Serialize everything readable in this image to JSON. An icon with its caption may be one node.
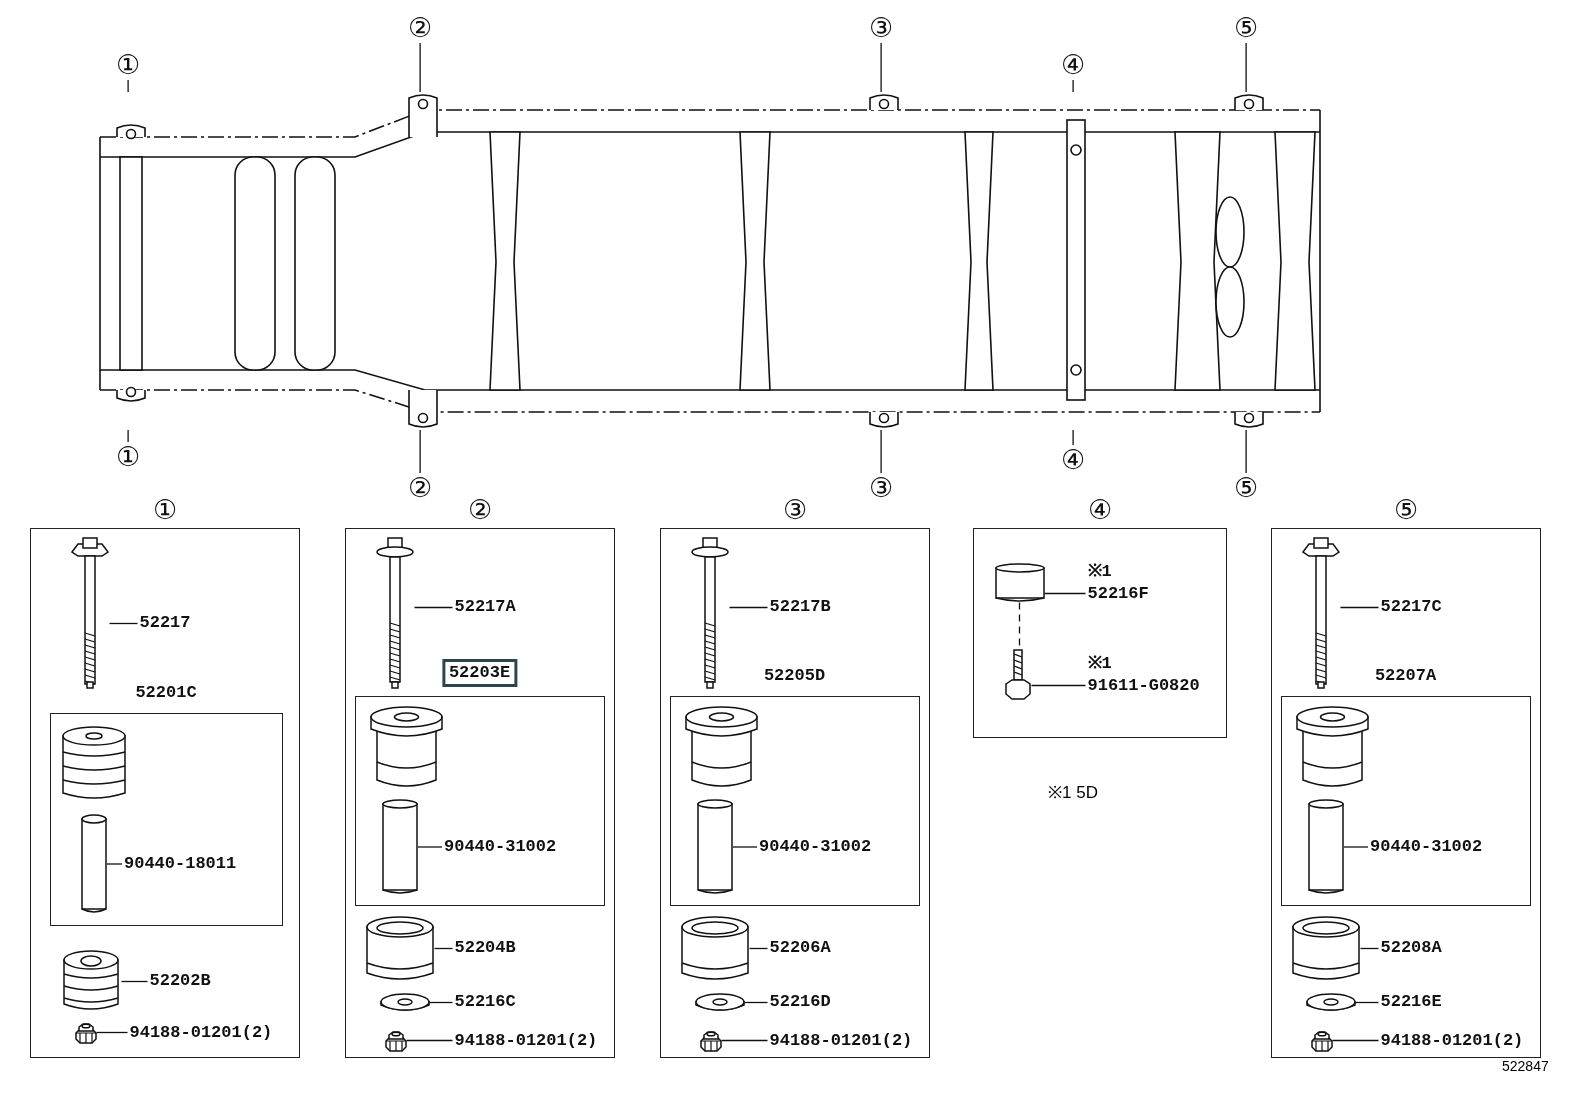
{
  "diagram": {
    "nodes": [
      {
        "text": [],
        "shape": "picture"
      },
      {
        "text": [
          "①"
        ]
      },
      {
        "text": [
          "②"
        ]
      },
      {
        "text": [
          "③"
        ]
      },
      {
        "text": [
          "⑤"
        ]
      },
      {
        "text": [
          "④"
        ]
      },
      {
        "text": [
          "①"
        ]
      },
      {
        "text": [
          "④"
        ]
      },
      {
        "text": [
          "②"
        ]
      },
      {
        "text": [
          "③"
        ]
      },
      {
        "text": [
          "⑤"
        ]
      },
      {
        "text": [
          "①"
        ]
      },
      {
        "text": [],
        "shape": "picture",
        "in": 11
      },
      {
        "text": [
          "52217"
        ],
        "in": 11
      },
      {
        "text": [
          "52201C"
        ],
        "in": 11
      },
      {
        "text": [],
        "shape": "cylinder",
        "in": 14
      },
      {
        "text": [
          "90440-18011"
        ],
        "in": 14
      },
      {
        "text": [],
        "shape": "picture",
        "in": 11
      },
      {
        "text": [
          "52202B"
        ],
        "in": 11
      },
      {
        "text": [],
        "shape": "picture",
        "in": 11
      },
      {
        "text": [
          "94188-01201(2)"
        ],
        "in": 11
      },
      {
        "text": [
          "②"
        ]
      },
      {
        "text": [],
        "shape": "picture",
        "in": 21
      },
      {
        "text": [
          "52217A"
        ],
        "in": 21
      },
      {
        "text": [
          "52203E"
        ],
        "in": 21
      },
      {
        "text": [],
        "shape": "cylinder",
        "in": 24
      },
      {
        "text": [
          "90440-31002"
        ],
        "in": 24
      },
      {
        "text": [],
        "shape": "picture",
        "in": 21
      },
      {
        "text": [
          "52204B"
        ],
        "in": 21
      },
      {
        "text": [],
        "shape": "picture",
        "in": 21
      },
      {
        "text": [
          "52216C"
        ],
        "in": 21
      },
      {
        "text": [],
        "shape": "picture",
        "in": 21
      },
      {
        "text": [
          "94188-01201(2)"
        ],
        "in": 21
      },
      {
        "text": [
          "③"
        ]
      },
      {
        "text": [],
        "shape": "picture",
        "in": 33
      },
      {
        "text": [
          "52217B"
        ],
        "in": 33
      },
      {
        "text": [
          "52205D"
        ],
        "in": 33
      },
      {
        "text": [],
        "shape": "cylinder",
        "in": 36
      },
      {
        "text": [
          "90440-31002"
        ],
        "in": 36
      },
      {
        "text": [],
        "shape": "picture",
        "in": 33
      },
      {
        "text": [
          "52206A"
        ],
        "in": 33
      },
      {
        "text": [],
        "shape": "picture",
        "in": 33
      },
      {
        "text": [
          "52216D"
        ],
        "in": 33
      },
      {
        "text": [],
        "shape": "picture",
        "in": 33
      },
      {
        "text": [
          "94188-01201(2)"
        ],
        "in": 33
      },
      {
        "text": [
          "④"
        ]
      },
      {
        "text": [],
        "shape": "cylinder",
        "in": 45
      },
      {
        "text": [
          "※1 52216F"
        ],
        "in": 45
      },
      {
        "text": [],
        "shape": "picture",
        "in": 45
      },
      {
        "text": [
          "※1 91611-G0820"
        ],
        "in": 45
      },
      {
        "text": [
          "⑤"
        ]
      },
      {
        "text": [],
        "shape": "picture",
        "in": 50
      },
      {
        "text": [
          "52217C"
        ],
        "in": 50
      },
      {
        "text": [
          "52207A"
        ],
        "in": 50
      },
      {
        "text": [],
        "shape": "cylinder",
        "in": 53
      },
      {
        "text": [
          "90440-31002"
        ],
        "in": 53
      },
      {
        "text": [],
        "shape": "picture",
        "in": 50
      },
      {
        "text": [
          "52208A"
        ],
        "in": 50
      },
      {
        "text": [],
        "shape": "picture",
        "in": 50
      },
      {
        "text": [
          "52216E"
        ],
        "in": 50
      },
      {
        "text": [],
        "shape": "picture",
        "in": 50
      },
      {
        "text": [
          "94188-01201(2)"
        ],
        "in": 50
      }
    ],
    "edges": [
      {
        "from": 1,
        "to": 0,
        "arrow": "none"
      },
      {
        "from": 2,
        "to": 0,
        "arrow": "none"
      },
      {
        "from": 3,
        "to": 0,
        "arrow": "none"
      },
      {
        "from": 4,
        "to": 0,
        "arrow": "none"
      },
      {
        "from": 5,
        "to": 0,
        "arrow": "none"
      },
      {
        "from": 6,
        "to": 0,
        "arrow": "none"
      },
      {
        "from": 7,
        "to": 0,
        "arrow": "none"
      },
      {
        "from": 8,
        "to": 0,
        "arrow": "none"
      },
      {
        "from": 9,
        "to": 0,
        "arrow": "none"
      },
      {
        "from": 10,
        "to": 0,
        "arrow": "none"
      },
      {
        "from": 13,
        "to": 12,
        "arrow": "none"
      },
      {
        "from": 16,
        "to": 15,
        "arrow": "none"
      },
      {
        "from": 18,
        "to": 17,
        "arrow": "none"
      },
      {
        "from": 20,
        "to": 19,
        "arrow": "none"
      },
      {
        "from": 23,
        "to": 22,
        "arrow": "none"
      },
      {
        "from": 26,
        "to": 25,
        "arrow": "none"
      },
      {
        "from": 28,
        "to": 27,
        "arrow": "none"
      },
      {
        "from": 30,
        "to": 29,
        "arrow": "none"
      },
      {
        "from": 32,
        "to": 31,
        "arrow": "none"
      },
      {
        "from": 35,
        "to": 34,
        "arrow": "none"
      },
      {
        "from": 38,
        "to": 37,
        "arrow": "none"
      },
      {
        "from": 40,
        "to": 39,
        "arrow": "none"
      },
      {
        "from": 42,
        "to": 41,
        "arrow": "none"
      },
      {
        "from": 44,
        "to": 43,
        "arrow": "none"
      },
      {
        "from": 47,
        "to": 46,
        "arrow": "none"
      },
      {
        "from": 49,
        "to": 48,
        "arrow": "none"
      },
      {
        "from": 46,
        "to": 48,
        "arrow": "none",
        "style": "dashed"
      },
      {
        "from": 52,
        "to": 51,
        "arrow": "none"
      },
      {
        "from": 55,
        "to": 54,
        "arrow": "none"
      },
      {
        "from": 57,
        "to": 56,
        "arrow": "none"
      },
      {
        "from": 59,
        "to": 58,
        "arrow": "none"
      },
      {
        "from": 61,
        "to": 60,
        "arrow": "none"
      }
    ],
    "labels": [
      "※1 5D",
      "522847"
    ]
  }
}
